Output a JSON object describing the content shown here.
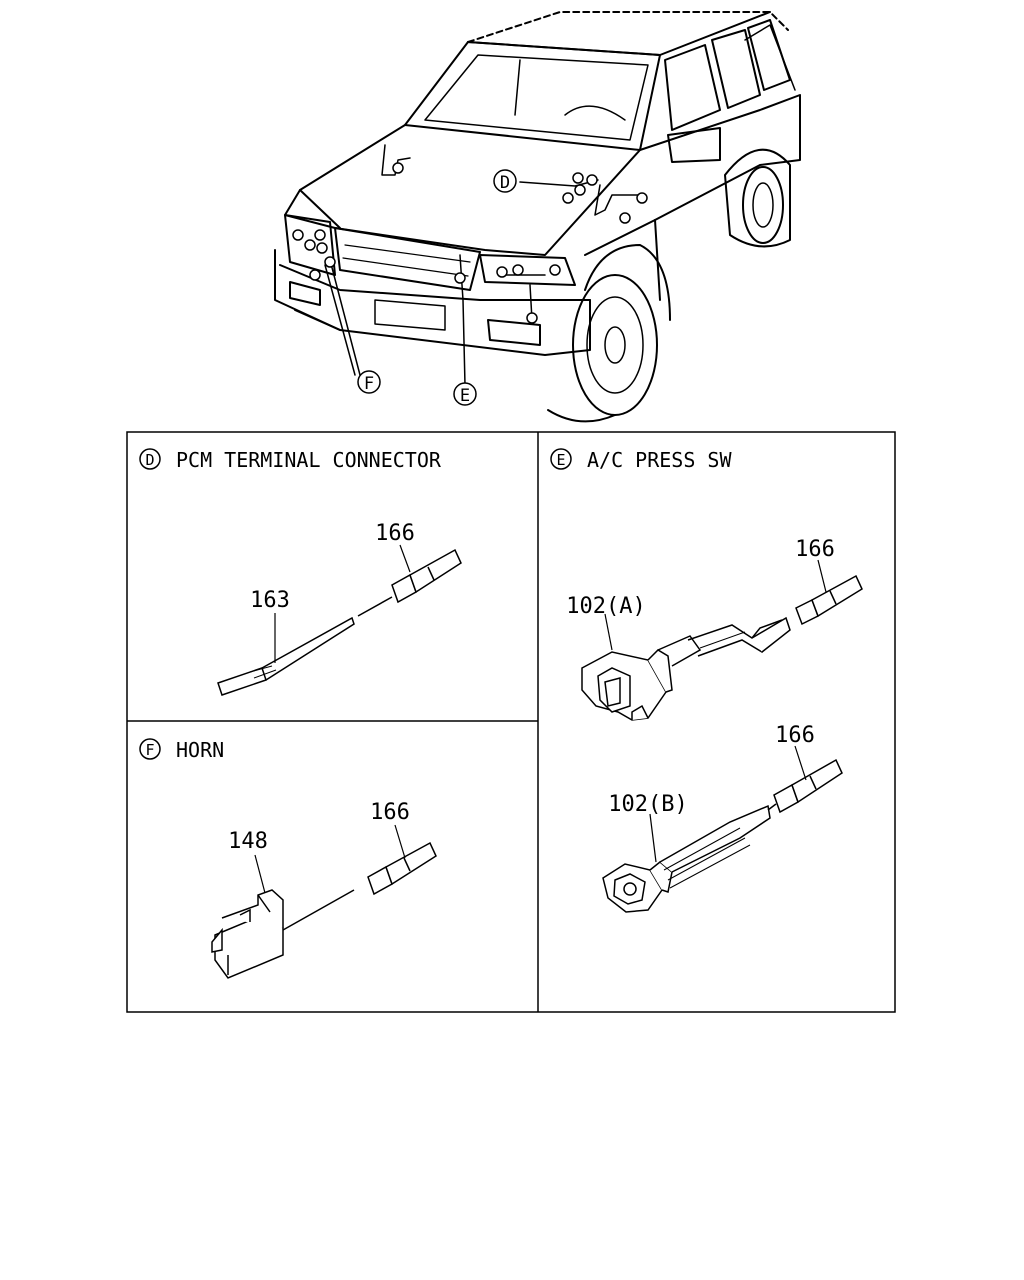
{
  "overview": {
    "callouts": [
      {
        "letter": "D"
      },
      {
        "letter": "F"
      },
      {
        "letter": "E"
      }
    ]
  },
  "panels": [
    {
      "letter": "D",
      "title": "PCM TERMINAL CONNECTOR",
      "labels": [
        "166",
        "163"
      ]
    },
    {
      "letter": "E",
      "title": "A/C PRESS SW",
      "labels": [
        "166",
        "102(A)",
        "166",
        "102(B)"
      ]
    },
    {
      "letter": "F",
      "title": "HORN",
      "labels": [
        "166",
        "148"
      ]
    }
  ],
  "colors": {
    "line": "#000000",
    "background": "#ffffff"
  }
}
